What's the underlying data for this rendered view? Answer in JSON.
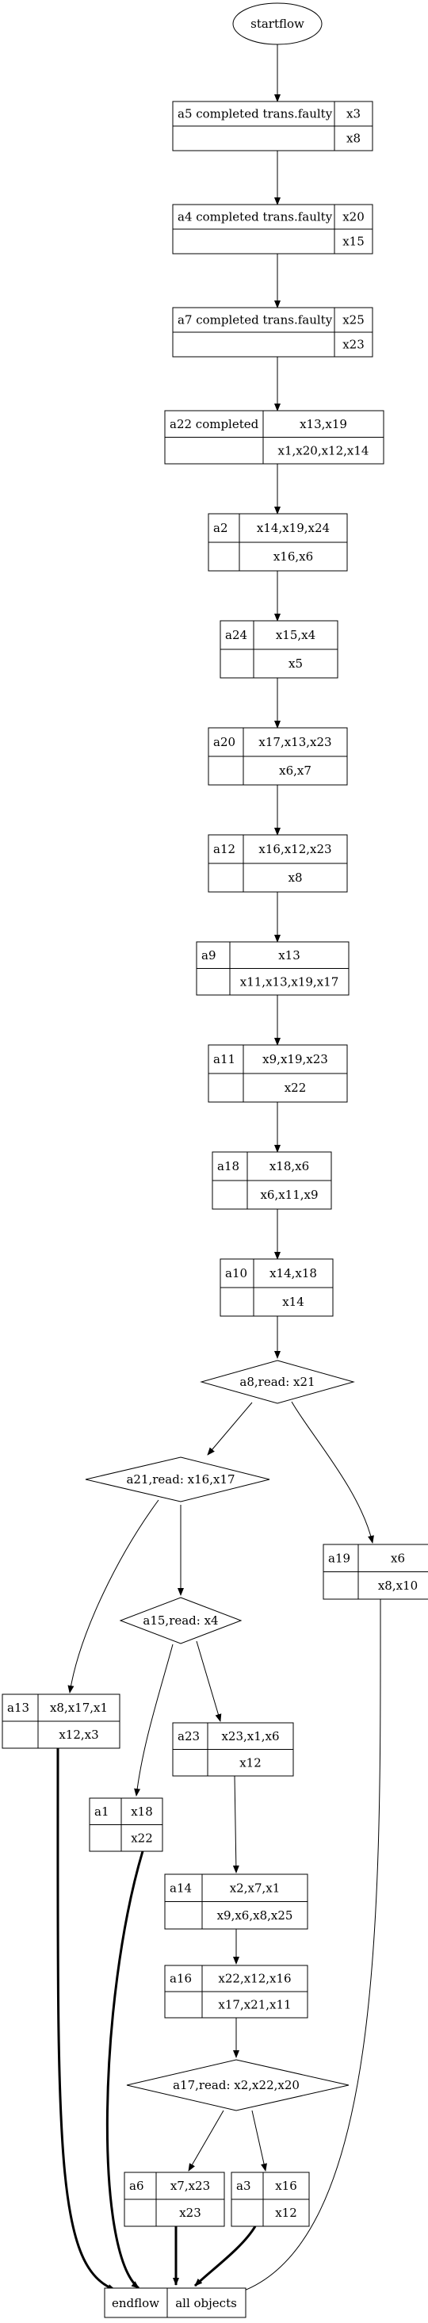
{
  "start": {
    "label": "startflow"
  },
  "tasks": [
    {
      "id": "a5",
      "name": "a5  completed trans.faulty",
      "in": "x3",
      "out": "x8"
    },
    {
      "id": "a4",
      "name": "a4  completed trans.faulty",
      "in": "x20",
      "out": "x15"
    },
    {
      "id": "a7",
      "name": "a7  completed trans.faulty",
      "in": "x25",
      "out": "x23"
    },
    {
      "id": "a22",
      "name": "a22  completed",
      "in": "x13,x19",
      "out": "x1,x20,x12,x14"
    },
    {
      "id": "a2",
      "name": "a2",
      "in": "x14,x19,x24",
      "out": "x16,x6"
    },
    {
      "id": "a24",
      "name": "a24",
      "in": "x15,x4",
      "out": "x5"
    },
    {
      "id": "a20",
      "name": "a20",
      "in": "x17,x13,x23",
      "out": "x6,x7"
    },
    {
      "id": "a12",
      "name": "a12",
      "in": "x16,x12,x23",
      "out": "x8"
    },
    {
      "id": "a9",
      "name": "a9",
      "in": "x13",
      "out": "x11,x13,x19,x17"
    },
    {
      "id": "a11",
      "name": "a11",
      "in": "x9,x19,x23",
      "out": "x22"
    },
    {
      "id": "a18",
      "name": "a18",
      "in": "x18,x6",
      "out": "x6,x11,x9"
    },
    {
      "id": "a10",
      "name": "a10",
      "in": "x14,x18",
      "out": "x14"
    },
    {
      "id": "a19",
      "name": "a19",
      "in": "x6",
      "out": "x8,x10"
    },
    {
      "id": "a13",
      "name": "a13",
      "in": "x8,x17,x1",
      "out": "x12,x3"
    },
    {
      "id": "a23",
      "name": "a23",
      "in": "x23,x1,x6",
      "out": "x12"
    },
    {
      "id": "a1",
      "name": "a1",
      "in": "x18",
      "out": "x22"
    },
    {
      "id": "a14",
      "name": "a14",
      "in": "x2,x7,x1",
      "out": "x9,x6,x8,x25"
    },
    {
      "id": "a16",
      "name": "a16",
      "in": "x22,x12,x16",
      "out": "x17,x21,x11"
    },
    {
      "id": "a6",
      "name": "a6",
      "in": "x7,x23",
      "out": "x23"
    },
    {
      "id": "a3",
      "name": "a3",
      "in": "x16",
      "out": "x12"
    }
  ],
  "decisions": [
    {
      "id": "a8",
      "label": "a8,read: x21"
    },
    {
      "id": "a21",
      "label": "a21,read: x16,x17"
    },
    {
      "id": "a15",
      "label": "a15,read: x4"
    },
    {
      "id": "a17",
      "label": "a17,read: x2,x22,x20"
    }
  ],
  "end": {
    "label": "endflow",
    "objects": "all objects"
  }
}
